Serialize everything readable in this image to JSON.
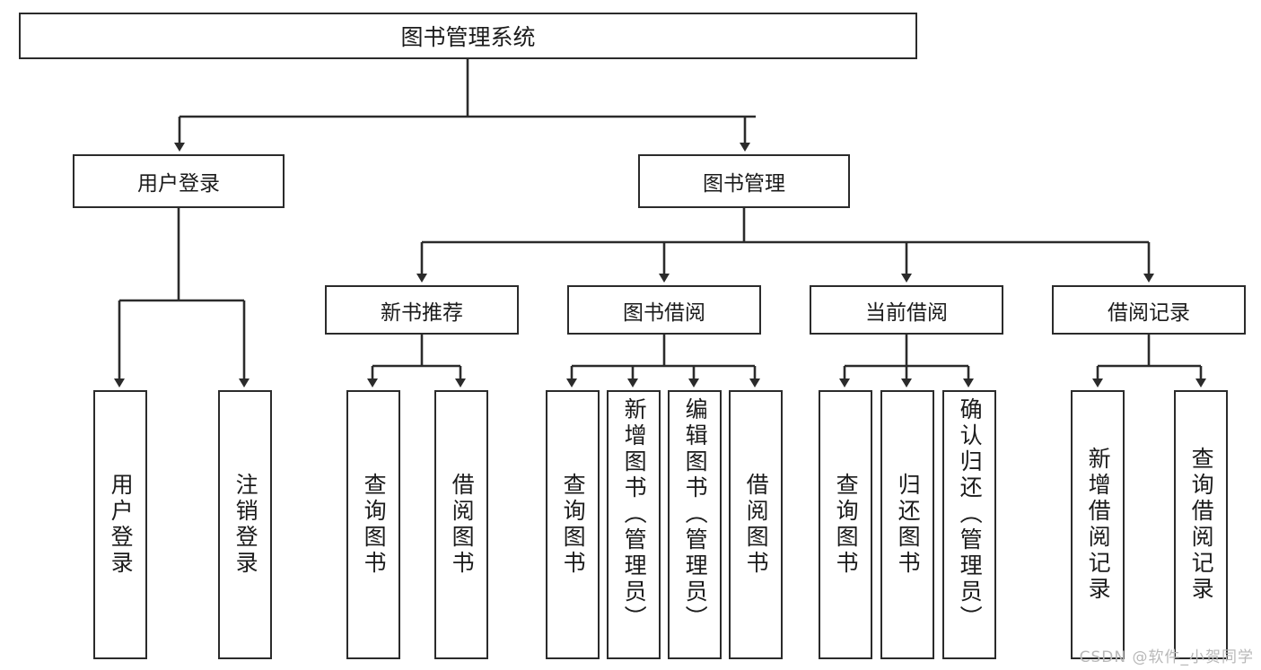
{
  "diagram": {
    "title": "图书管理系统",
    "root": {
      "label": "图书管理系统"
    },
    "level2": [
      {
        "label": "用户登录"
      },
      {
        "label": "图书管理"
      }
    ],
    "level3": [
      {
        "label": "新书推荐"
      },
      {
        "label": "图书借阅"
      },
      {
        "label": "当前借阅"
      },
      {
        "label": "借阅记录"
      }
    ],
    "leaves": [
      {
        "label": "用户登录",
        "parent": "用户登录"
      },
      {
        "label": "注销登录",
        "parent": "用户登录"
      },
      {
        "label": "查询图书",
        "parent": "新书推荐"
      },
      {
        "label": "借阅图书",
        "parent": "新书推荐"
      },
      {
        "label": "查询图书",
        "parent": "图书借阅"
      },
      {
        "label": "新增图书（管理员）",
        "parent": "图书借阅"
      },
      {
        "label": "编辑图书（管理员）",
        "parent": "图书借阅"
      },
      {
        "label": "借阅图书",
        "parent": "图书借阅"
      },
      {
        "label": "查询图书",
        "parent": "当前借阅"
      },
      {
        "label": "归还图书",
        "parent": "当前借阅"
      },
      {
        "label": "确认归还（管理员）",
        "parent": "当前借阅"
      },
      {
        "label": "新增借阅记录",
        "parent": "借阅记录"
      },
      {
        "label": "查询借阅记录",
        "parent": "借阅记录"
      }
    ]
  },
  "watermark": {
    "text": "CSDN @软件_小贺同学"
  },
  "colors": {
    "stroke": "#2b2b2b",
    "background": "#ffffff",
    "text": "#1b1b1b",
    "watermark": "#b8b8b8"
  }
}
